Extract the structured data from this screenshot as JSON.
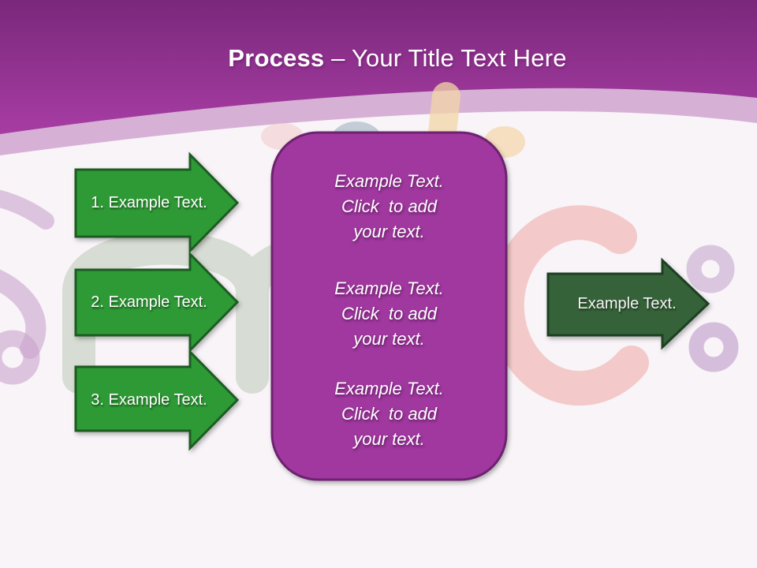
{
  "slide_title": {
    "emphasis": "Process",
    "rest": "– Your Title Text Here"
  },
  "steps": [
    {
      "label": "1. Example Text."
    },
    {
      "label": "2. Example Text."
    },
    {
      "label": "3. Example Text."
    }
  ],
  "center_box": {
    "blocks": [
      {
        "lines": [
          "Example Text.",
          "Click  to add",
          "your text."
        ]
      },
      {
        "lines": [
          "Example Text.",
          "Click  to add",
          "your text."
        ]
      },
      {
        "lines": [
          "Example Text.",
          "Click  to add",
          "your text."
        ]
      }
    ]
  },
  "result_arrow": {
    "label": "Example Text."
  },
  "colors": {
    "header_top": "#7a287b",
    "header_mid": "#a23a9f",
    "header_bottom": "#b04aab",
    "band": "#d7b0d6",
    "body_bg": "#f8f4f8",
    "step_arrow_fill": "#2f9a36",
    "step_arrow_border": "#1d5c21",
    "result_arrow_fill": "#366238",
    "result_arrow_border": "#1e3f22",
    "box_fill": "#a0399f",
    "box_border": "#6d2270",
    "text": "#ffffff"
  }
}
